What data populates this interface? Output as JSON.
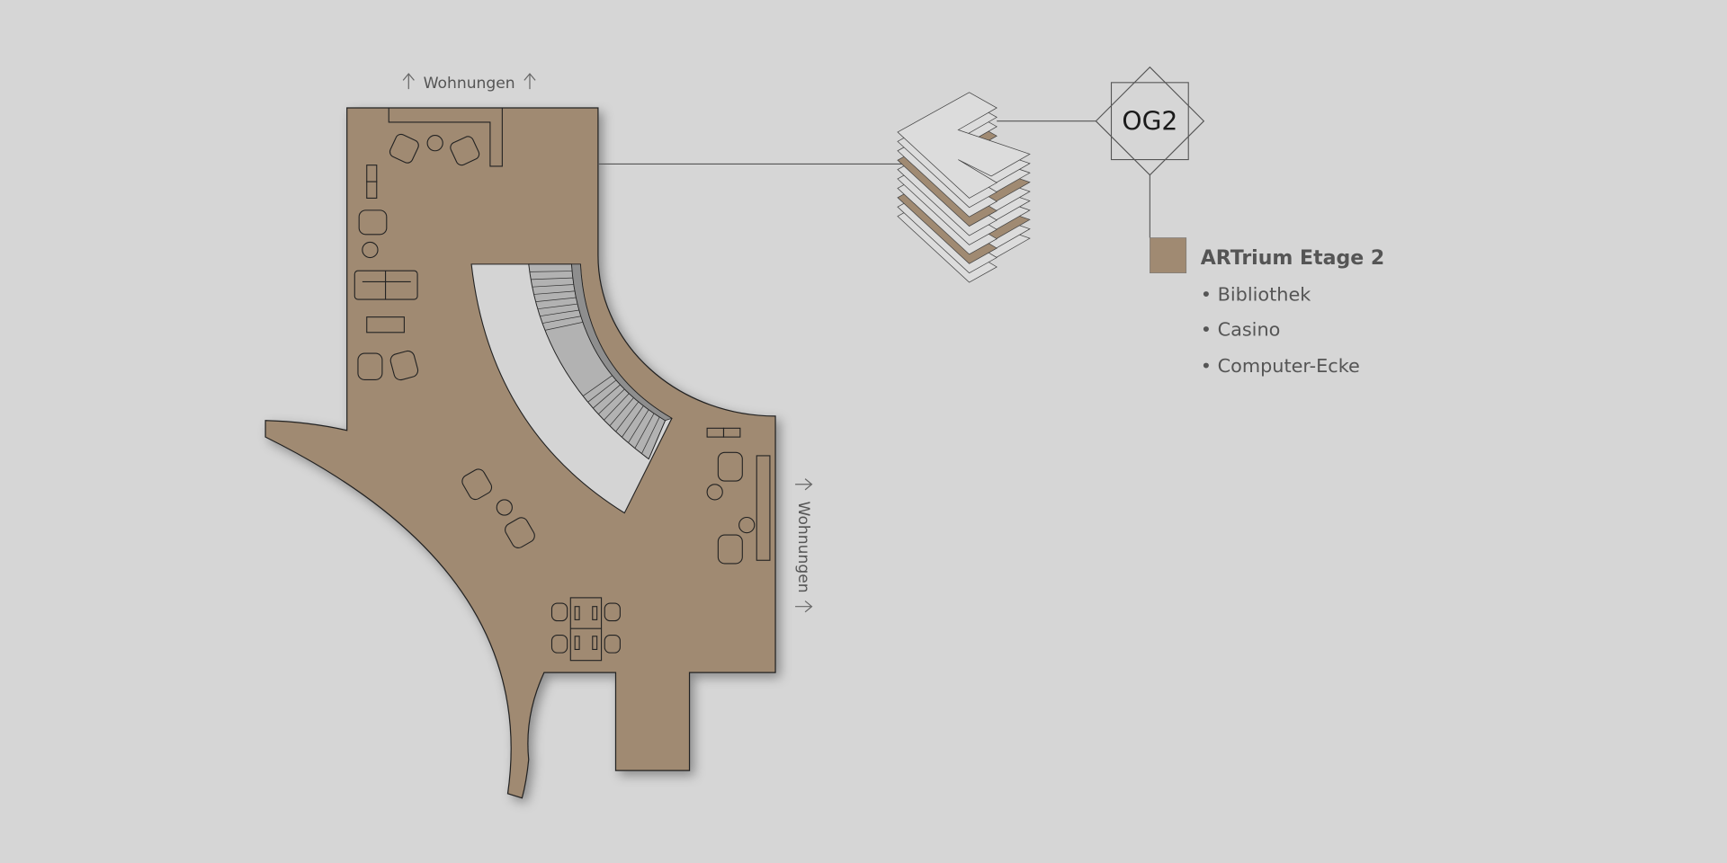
{
  "colors": {
    "background": "#d6d6d6",
    "floor": "#a08a72",
    "void": "#d4d4d4",
    "stairs": "#b2b2b2",
    "line": "#555555"
  },
  "plan": {
    "top_label": "Wohnungen",
    "right_label": "Wohnungen",
    "arrow_icon": "arrow-up-icon"
  },
  "floor_marker": {
    "label": "OG2"
  },
  "legend": {
    "title": "ARTrium Etage 2",
    "items": [
      "Bibliothek",
      "Casino",
      "Computer-Ecke"
    ]
  }
}
